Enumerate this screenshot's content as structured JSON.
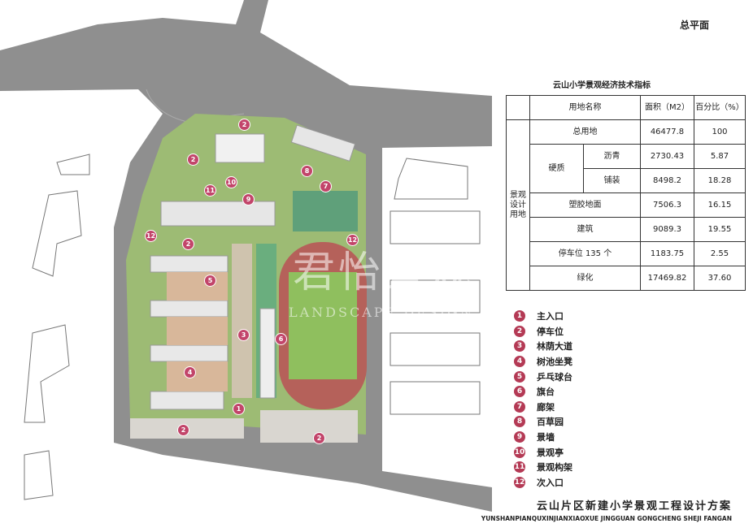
{
  "header": {
    "title": "总平面"
  },
  "table": {
    "title": "云山小学景观经济技术指标",
    "headers": {
      "name": "用地名称",
      "area": "面积（M2）",
      "percent": "百分比（%）"
    },
    "group_label": "景观设计用地",
    "hard_label": "硬质",
    "rows": [
      {
        "name": "总用地",
        "area": "46477.8",
        "percent": "100"
      },
      {
        "name": "沥青",
        "area": "2730.43",
        "percent": "5.87"
      },
      {
        "name": "铺装",
        "area": "8498.2",
        "percent": "18.28"
      },
      {
        "name": "塑胶地面",
        "area": "7506.3",
        "percent": "16.15"
      },
      {
        "name": "建筑",
        "area": "9089.3",
        "percent": "19.55"
      },
      {
        "name": "停车位 135 个",
        "area": "1183.75",
        "percent": "2.55"
      },
      {
        "name": "绿化",
        "area": "17469.82",
        "percent": "37.60"
      }
    ]
  },
  "legend": [
    {
      "num": "1",
      "label": "主入口"
    },
    {
      "num": "2",
      "label": "停车位"
    },
    {
      "num": "3",
      "label": "林荫大道"
    },
    {
      "num": "4",
      "label": "树池坐凳"
    },
    {
      "num": "5",
      "label": "乒乓球台"
    },
    {
      "num": "6",
      "label": "旗台"
    },
    {
      "num": "7",
      "label": "廊架"
    },
    {
      "num": "8",
      "label": "百草园"
    },
    {
      "num": "9",
      "label": "景墙"
    },
    {
      "num": "10",
      "label": "景观亭"
    },
    {
      "num": "11",
      "label": "景观构架"
    },
    {
      "num": "12",
      "label": "次入口"
    }
  ],
  "footer": {
    "title": "云山片区新建小学景观工程设计方案",
    "subtitle": "YUNSHANPIANQUXINJIANXIAOXUE JINGGUAN GONGCHENG SHEJI FANGAN"
  },
  "watermark": {
    "cn": "君怡景观",
    "en": "LANDSCAPE DESIGN"
  },
  "colors": {
    "marker": "#c2456a",
    "road": "#8f8f8f",
    "track": "#b5615a",
    "green": "#8fb46a"
  }
}
